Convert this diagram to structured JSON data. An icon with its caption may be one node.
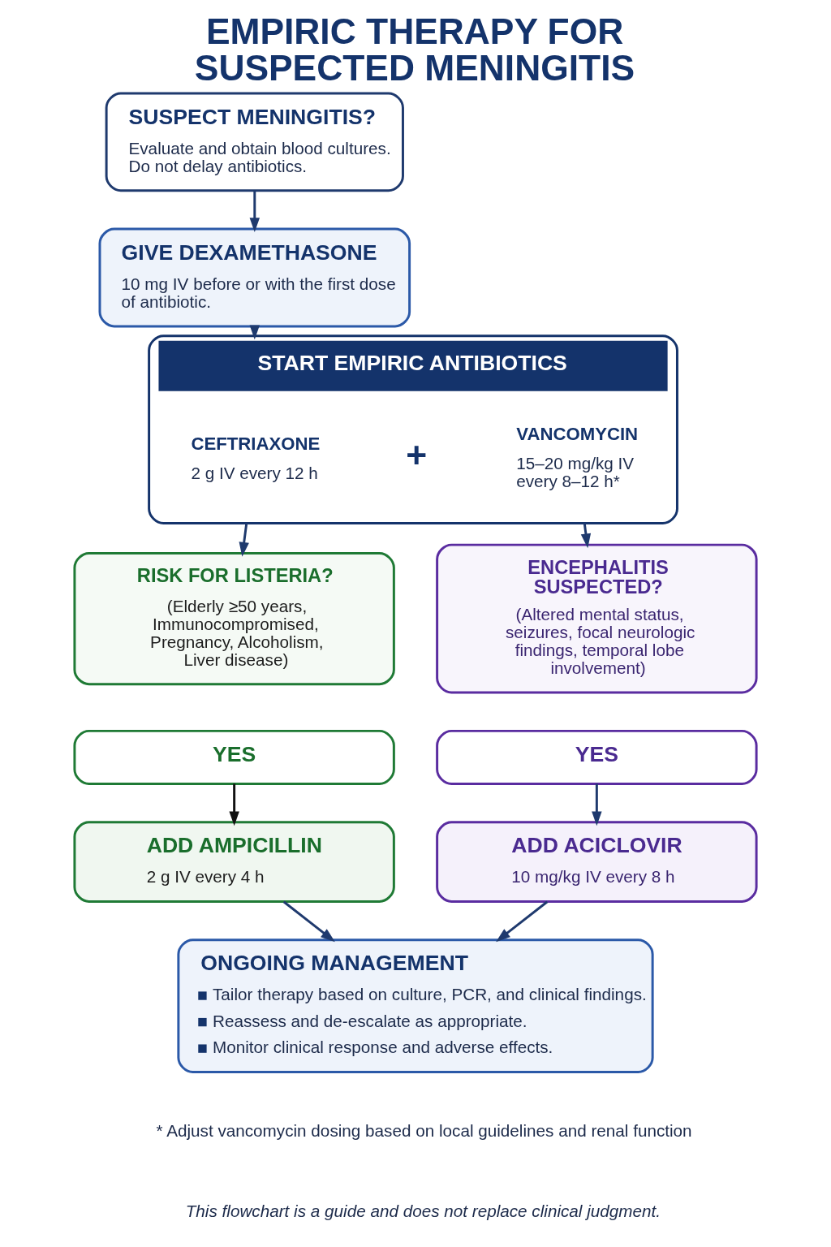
{
  "diagram": {
    "title": "EMPIRIC THERAPY FOR SUSPECTED MENINGITIS",
    "nodes": [
      {
        "text": [
          "SUSPECT MENINGITIS?",
          "Evaluate and obtain blood cultures. Do not delay antibiotics."
        ]
      },
      {
        "text": [
          "GIVE DEXAMETHASONE",
          "10 mg IV before or with the first dose of antibiotic."
        ]
      },
      {
        "text": [
          "START EMPIRIC ANTIBIOTICS"
        ]
      },
      {
        "text": [
          "CEFTRIAXONE",
          "2 g IV every 12 h"
        ],
        "in": 2
      },
      {
        "text": [
          "VANCOMYCIN",
          "15–20 mg/kg IV every 8–12 h*"
        ],
        "in": 2
      },
      {
        "text": [
          "RISK FOR LISTERIA?",
          "(Elderly ≥50 years, Immunocompromised, Pregnancy, Alcoholism, Liver disease)"
        ]
      },
      {
        "text": [
          "YES"
        ]
      },
      {
        "text": [
          "ADD AMPICILLIN",
          "2 g IV every 4 h"
        ]
      },
      {
        "text": [
          "ENCEPHALITIS SUSPECTED?",
          "(Altered mental status, seizures, focal neurologic findings, temporal lobe involvement)"
        ]
      },
      {
        "text": [
          "YES"
        ]
      },
      {
        "text": [
          "ADD ACICLOVIR",
          "10 mg/kg IV every 8 h"
        ]
      },
      {
        "text": [
          "ONGOING MANAGEMENT",
          "Tailor therapy based on culture, PCR, and clinical findings.",
          "Reassess and de-escalate as appropriate.",
          "Monitor clinical response and adverse effects."
        ]
      }
    ],
    "edges": [
      {
        "from": 0,
        "to": 1,
        "arrow": "to"
      },
      {
        "from": 1,
        "to": 2,
        "arrow": "to"
      },
      {
        "from": 2,
        "to": 5,
        "arrow": "to"
      },
      {
        "from": 2,
        "to": 8,
        "arrow": "to"
      },
      {
        "from": 6,
        "to": 7,
        "arrow": "to",
        "color": "#111111"
      },
      {
        "from": 9,
        "to": 10,
        "arrow": "to"
      },
      {
        "from": 7,
        "to": 11,
        "arrow": "to"
      },
      {
        "from": 10,
        "to": 11,
        "arrow": "to"
      }
    ],
    "labels": [
      "+",
      "* Adjust vancomycin dosing based on local guidelines and renal function",
      "This flowchart is a guide and does not replace clinical judgment."
    ]
  }
}
